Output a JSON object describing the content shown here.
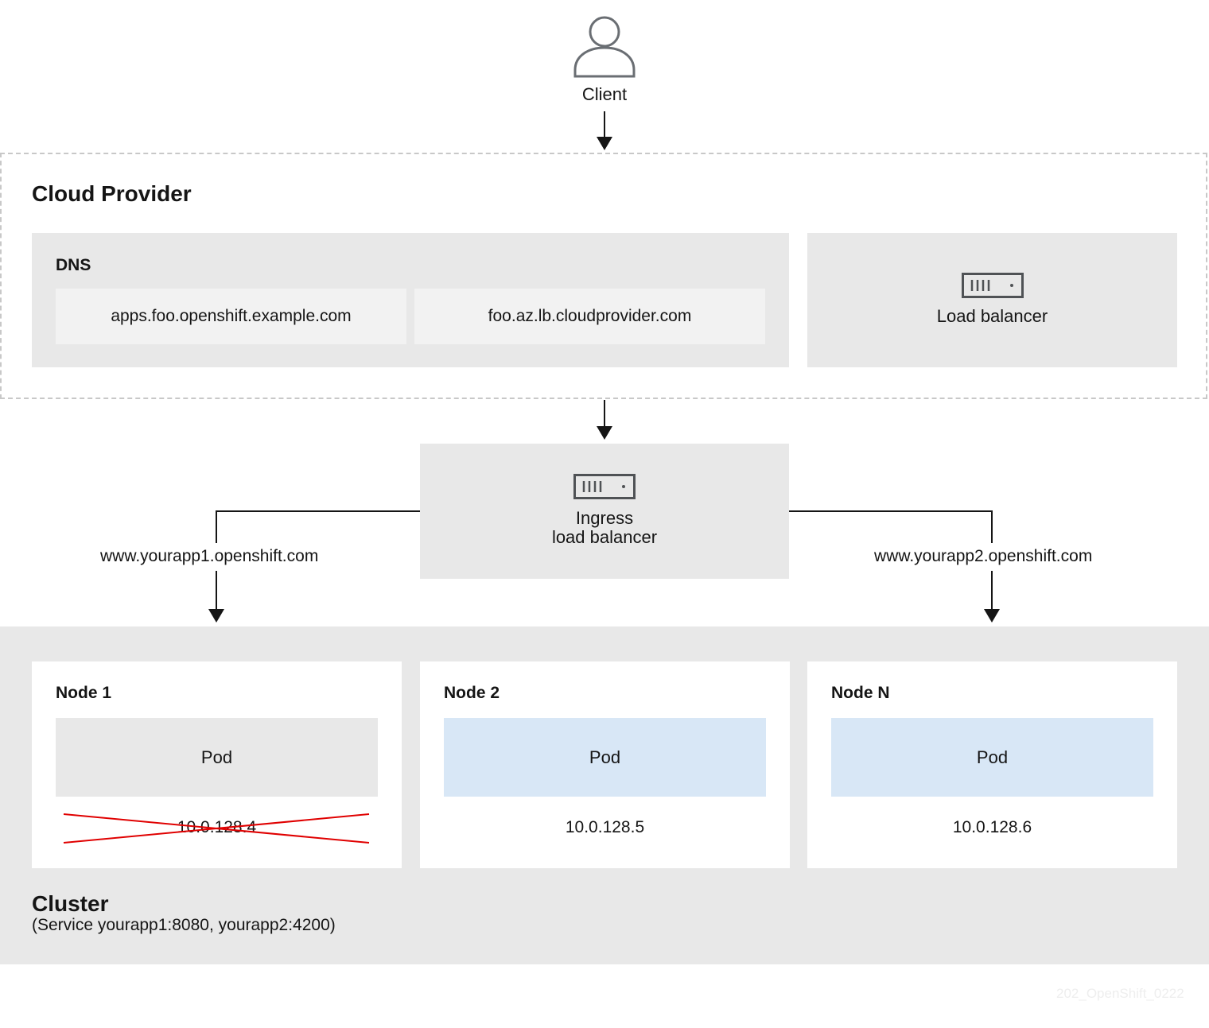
{
  "client": {
    "label": "Client",
    "icon": "user-icon"
  },
  "cloud_provider": {
    "title": "Cloud Provider",
    "dns": {
      "title": "DNS",
      "entries": [
        "apps.foo.openshift.example.com",
        "foo.az.lb.cloudprovider.com"
      ]
    },
    "load_balancer": {
      "label": "Load balancer",
      "icon": "server-icon"
    }
  },
  "ingress": {
    "line1": "Ingress",
    "line2": "load balancer",
    "icon": "server-icon"
  },
  "routes": [
    "www.yourapp1.openshift.com",
    "www.yourapp2.openshift.com"
  ],
  "cluster": {
    "title": "Cluster",
    "subtitle": "(Service yourapp1:8080, yourapp2:4200)",
    "nodes": [
      {
        "title": "Node 1",
        "pod": "Pod",
        "ip": "10.0.128.4",
        "crossed_out": true
      },
      {
        "title": "Node 2",
        "pod": "Pod",
        "ip": "10.0.128.5",
        "crossed_out": false
      },
      {
        "title": "Node N",
        "pod": "Pod",
        "ip": "10.0.128.6",
        "crossed_out": false
      }
    ]
  },
  "watermark": "202_OpenShift_0222",
  "colors": {
    "panel": "#e8e8e8",
    "dns_entry": "#f2f2f2",
    "pod_inactive": "#e8e8e8",
    "pod_active": "#d8e7f6",
    "cross": "#e00000",
    "line": "#151515"
  }
}
